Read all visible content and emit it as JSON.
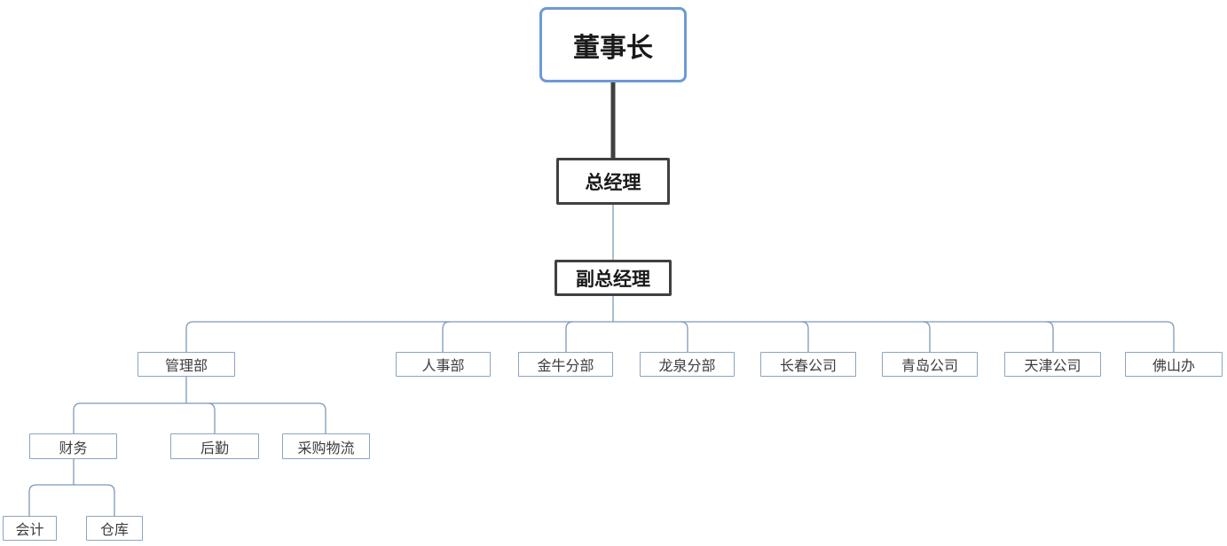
{
  "org": {
    "chairman": {
      "label": "董事长"
    },
    "general_manager": {
      "label": "总经理"
    },
    "deputy_general_manager": {
      "label": "副总经理"
    },
    "departments": [
      {
        "label": "管理部"
      },
      {
        "label": "人事部"
      },
      {
        "label": "金牛分部"
      },
      {
        "label": "龙泉分部"
      },
      {
        "label": "长春公司"
      },
      {
        "label": "青岛公司"
      },
      {
        "label": "天津公司"
      },
      {
        "label": "佛山办"
      }
    ],
    "management_children": [
      {
        "label": "财务"
      },
      {
        "label": "后勤"
      },
      {
        "label": "采购物流"
      }
    ],
    "finance_children": [
      {
        "label": "会计"
      },
      {
        "label": "仓库"
      }
    ]
  },
  "colors": {
    "background": "#ffffff",
    "chairman_border": "#6d9ad4",
    "executive_border": "#404040",
    "thick_connector": "#404040",
    "thin_connector": "#7b9ab8",
    "node_border": "#8aa5c2",
    "node_text": "#3d3d3d"
  }
}
